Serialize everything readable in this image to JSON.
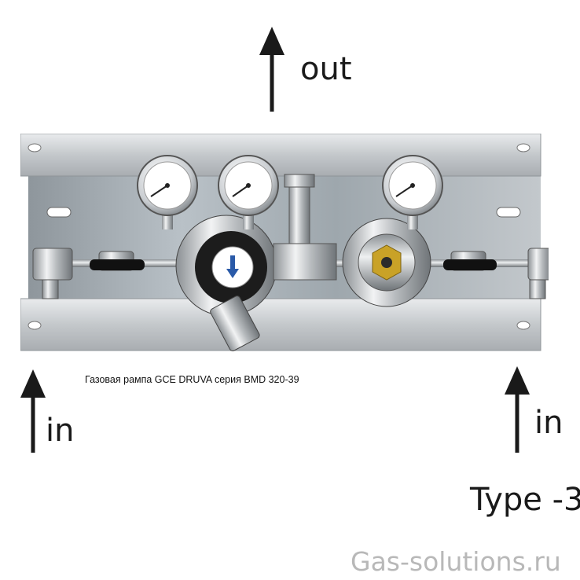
{
  "labels": {
    "out": "out",
    "in_left": "in",
    "in_right": "in",
    "caption": "Газовая рампа GCE DRUVA серия BMD 320-39",
    "type": "Type -3",
    "watermark": "Gas-solutions.ru"
  },
  "icons": {
    "up_arrow": "up-arrow-icon",
    "gauge": "pressure-gauge-icon",
    "valve": "ball-valve-icon",
    "regulator": "regulator-icon"
  },
  "colors": {
    "arrow": "#1a1a1a",
    "panel": "#c9ccd0",
    "steel": "#b7babd",
    "chrome": "#d9dcdf",
    "valve_handle": "#111111",
    "knob_arrow": "#2a5aa8",
    "brass": "#c9a227",
    "watermark": "#b8b8b8"
  }
}
